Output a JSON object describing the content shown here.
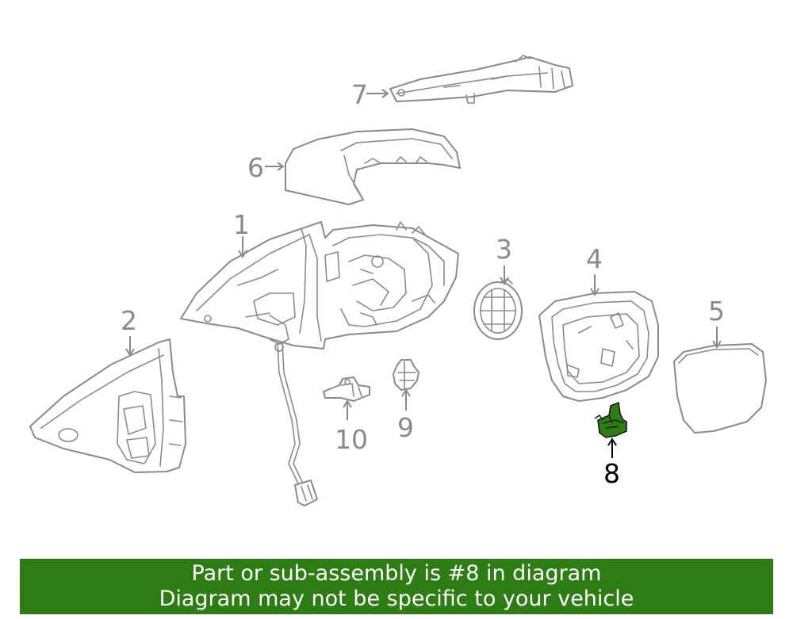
{
  "diagram": {
    "callouts": [
      {
        "id": "1",
        "label": "1"
      },
      {
        "id": "2",
        "label": "2"
      },
      {
        "id": "3",
        "label": "3"
      },
      {
        "id": "4",
        "label": "4"
      },
      {
        "id": "5",
        "label": "5"
      },
      {
        "id": "6",
        "label": "6"
      },
      {
        "id": "7",
        "label": "7"
      },
      {
        "id": "8",
        "label": "8"
      },
      {
        "id": "9",
        "label": "9"
      },
      {
        "id": "10",
        "label": "10"
      }
    ],
    "highlighted_part": "8",
    "colors": {
      "line": "#8a8a8a",
      "highlight_fill": "#2e7d14",
      "highlight_text": "#000000",
      "banner_bg": "#2e7d14",
      "banner_text": "#ffffff"
    }
  },
  "banner": {
    "line1": "Part or sub-assembly is #8 in diagram",
    "line2": "Diagram may not be specific to your vehicle"
  }
}
